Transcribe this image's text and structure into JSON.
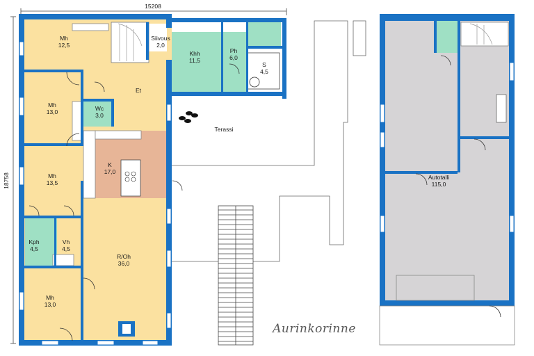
{
  "dimensions": {
    "width": "15208",
    "height": "18758"
  },
  "house": {
    "rooms": [
      {
        "id": "mh1",
        "name": "Mh",
        "area": "12,5"
      },
      {
        "id": "siivous",
        "name": "Siivous",
        "area": "2,0"
      },
      {
        "id": "khh",
        "name": "Khh",
        "area": "11,5"
      },
      {
        "id": "ph",
        "name": "Ph",
        "area": "6,0"
      },
      {
        "id": "s",
        "name": "S",
        "area": "4,5"
      },
      {
        "id": "mh2",
        "name": "Mh",
        "area": "13,0"
      },
      {
        "id": "et",
        "name": "Et",
        "area": ""
      },
      {
        "id": "wc",
        "name": "Wc",
        "area": "3,0"
      },
      {
        "id": "terassi",
        "name": "Terassi",
        "area": ""
      },
      {
        "id": "k",
        "name": "K",
        "area": "17,0"
      },
      {
        "id": "mh3",
        "name": "Mh",
        "area": "13,5"
      },
      {
        "id": "kph",
        "name": "Kph",
        "area": "4,5"
      },
      {
        "id": "vh",
        "name": "Vh",
        "area": "4,5"
      },
      {
        "id": "roh",
        "name": "R/Oh",
        "area": "36,0"
      },
      {
        "id": "mh4",
        "name": "Mh",
        "area": "13,0"
      }
    ]
  },
  "garage": {
    "name": "Autotalli",
    "area": "115,0"
  },
  "brand": "Aurinkorinne",
  "colors": {
    "wall": "#1a72c4",
    "room_fill": "#fbe1a0",
    "kitchen_fill": "#e7b597",
    "wet_room_fill": "#9fe0c4",
    "garage_fill": "#d6d4d6"
  }
}
